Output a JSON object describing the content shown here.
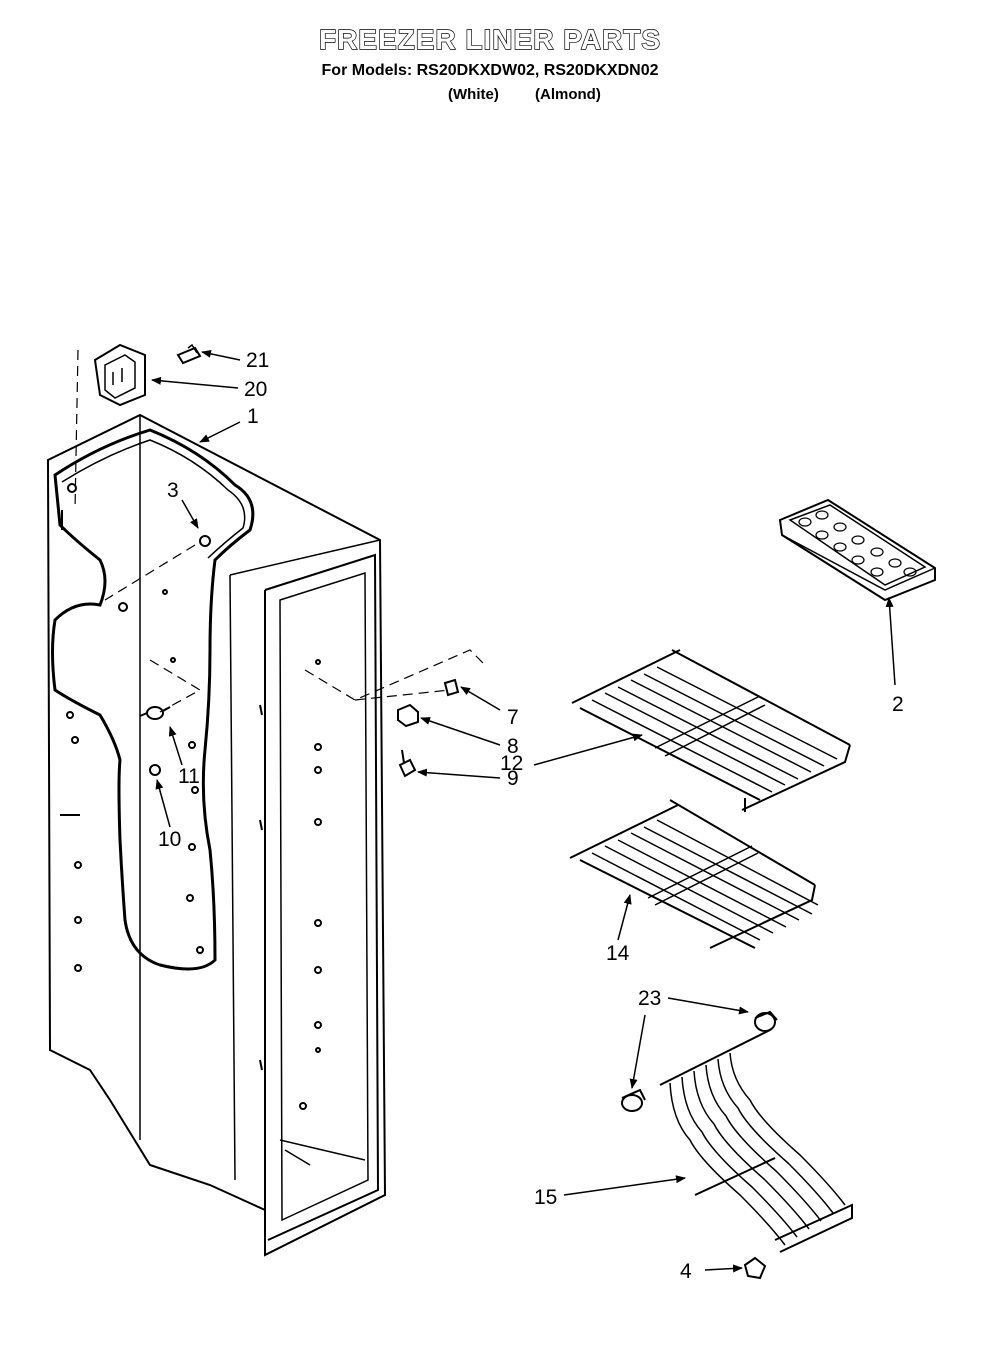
{
  "header": {
    "title": "FREEZER LINER PARTS",
    "models_line": "For Models: RS20DKXDW02, RS20DKXDN02",
    "color_white": "(White)",
    "color_almond": "(Almond)"
  },
  "callouts": {
    "p1": "1",
    "p2": "2",
    "p3": "3",
    "p4": "4",
    "p7": "7",
    "p8": "8",
    "p9": "9",
    "p10": "10",
    "p11": "11",
    "p12": "12",
    "p14": "14",
    "p15": "15",
    "p20": "20",
    "p21": "21",
    "p23": "23"
  }
}
